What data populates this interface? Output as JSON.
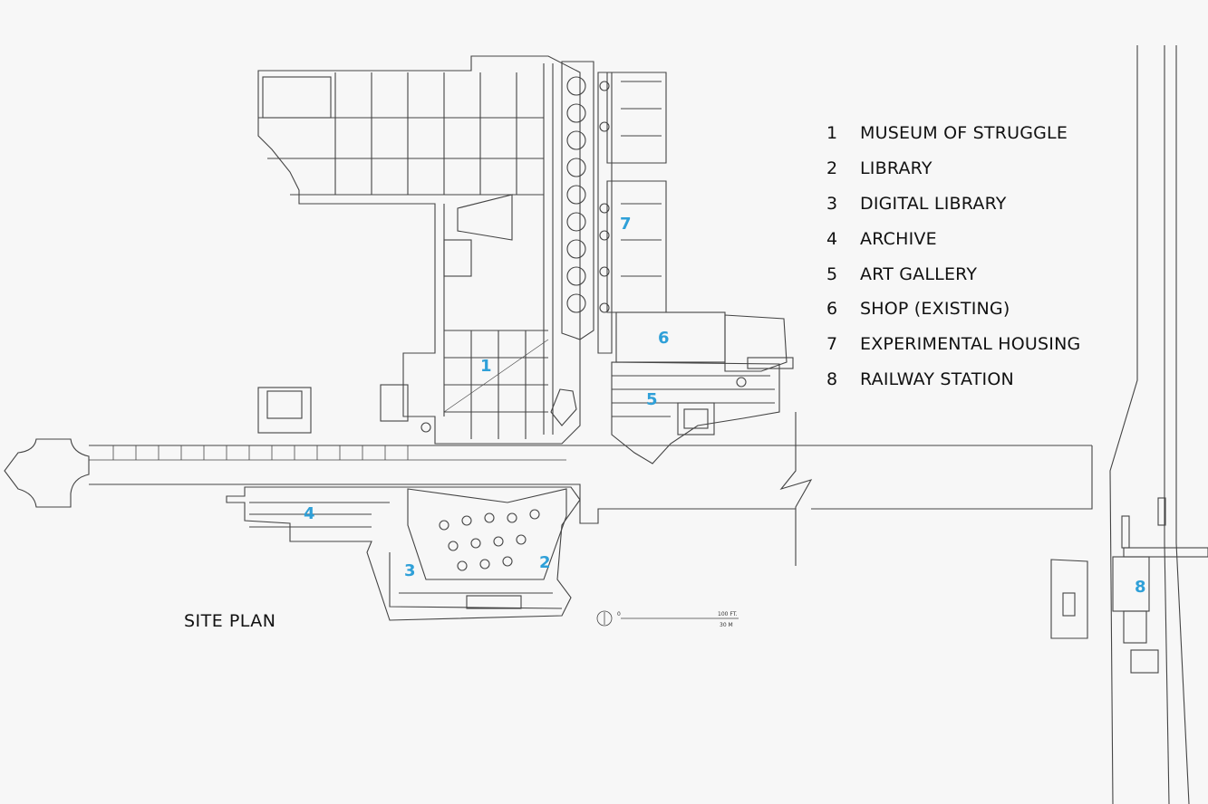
{
  "title": "SITE PLAN",
  "legend": [
    {
      "num": "1",
      "label": "MUSEUM OF STRUGGLE"
    },
    {
      "num": "2",
      "label": "LIBRARY"
    },
    {
      "num": "3",
      "label": "DIGITAL LIBRARY"
    },
    {
      "num": "4",
      "label": "ARCHIVE"
    },
    {
      "num": "5",
      "label": "ART GALLERY"
    },
    {
      "num": "6",
      "label": "SHOP (EXISTING)"
    },
    {
      "num": "7",
      "label": "EXPERIMENTAL HOUSING"
    },
    {
      "num": "8",
      "label": "RAILWAY STATION"
    }
  ],
  "markers": [
    "1",
    "2",
    "3",
    "4",
    "5",
    "6",
    "7",
    "8"
  ],
  "scale": {
    "zero": "0",
    "ft": "100 FT.",
    "m": "30 M"
  },
  "colors": {
    "marker": "#2fa0d8",
    "line": "#444444",
    "background": "#f7f7f7"
  }
}
